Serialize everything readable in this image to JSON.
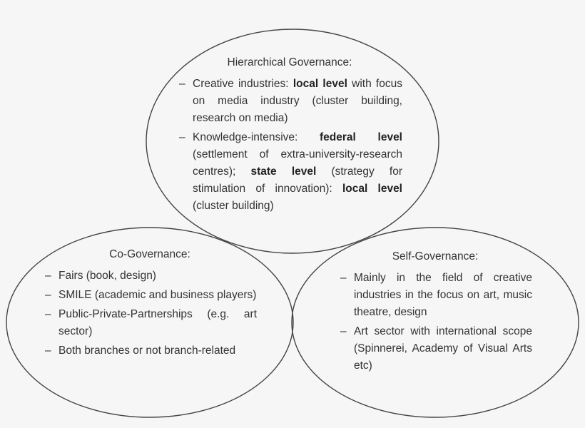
{
  "diagram": {
    "type": "three-ellipse governance diagram",
    "colors": {
      "background": "#f6f6f6",
      "stroke": "#444444",
      "text": "#333333"
    },
    "hierarchical": {
      "title": "Hierarchical Governance:",
      "items": [
        {
          "segments": [
            {
              "text": "Creative industries: ",
              "bold": false
            },
            {
              "text": "local level",
              "bold": true
            },
            {
              "text": " with focus on media industry (cluster building, research on media)",
              "bold": false
            }
          ]
        },
        {
          "segments": [
            {
              "text": "Knowledge-intensive: ",
              "bold": false
            },
            {
              "text": "federal level",
              "bold": true
            },
            {
              "text": " (settlement of extra-university-research centres); ",
              "bold": false
            },
            {
              "text": "state level",
              "bold": true
            },
            {
              "text": " (strategy for stimulation of innovation): ",
              "bold": false
            },
            {
              "text": "local level",
              "bold": true
            },
            {
              "text": " (cluster building)",
              "bold": false
            }
          ]
        }
      ]
    },
    "co": {
      "title": "Co-Governance:",
      "items": [
        "Fairs (book, design)",
        "SMILE (academic and business players)",
        "Public-Private-Partnerships (e.g. art sector)",
        "Both branches or not branch-related"
      ]
    },
    "self": {
      "title": "Self-Governance:",
      "items": [
        "Mainly in the field of creative industries in the focus on art, music theatre, design",
        "Art sector with international scope (Spinnerei, Academy of Visual Arts etc)"
      ]
    },
    "dash": "–"
  }
}
